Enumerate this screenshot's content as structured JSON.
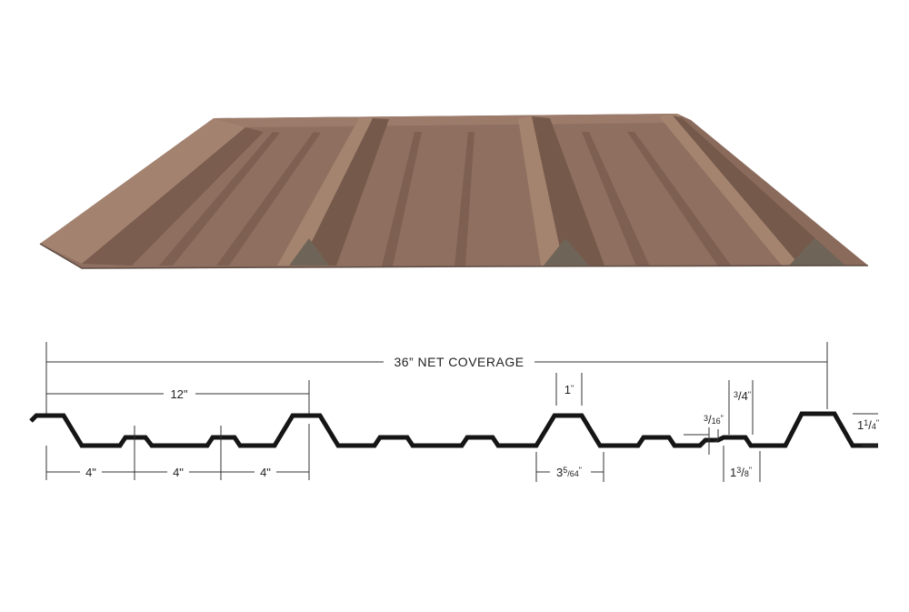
{
  "colors": {
    "panel_face": "#8f6f60",
    "panel_light": "#a48474",
    "panel_dark": "#6f5447",
    "panel_shadow": "#5c4a41",
    "profile_stroke": "#151515",
    "dimension_stroke": "#333333"
  },
  "panel_image": {
    "description_icon": "corrugated-metal-roof-panel"
  },
  "profile": {
    "net_coverage": "36” NET COVERAGE",
    "rib_spacing": "12\"",
    "minor_spacings": [
      "4\"",
      "4\"",
      "4\""
    ],
    "rib_top_width": {
      "whole": "1",
      "unit": "\""
    },
    "rib_base_width": {
      "whole": "3",
      "num": "5",
      "den": "64",
      "unit": "\""
    },
    "minor_rib_height": {
      "whole": "",
      "num": "3",
      "den": "4",
      "unit": "\""
    },
    "stiffener_depth": {
      "whole": "",
      "num": "3",
      "den": "16",
      "unit": "\""
    },
    "minor_rib_width": {
      "whole": "1",
      "num": "3",
      "den": "8",
      "unit": "\""
    },
    "rib_height": {
      "whole": "1",
      "num": "1",
      "den": "4",
      "unit": "\""
    }
  }
}
